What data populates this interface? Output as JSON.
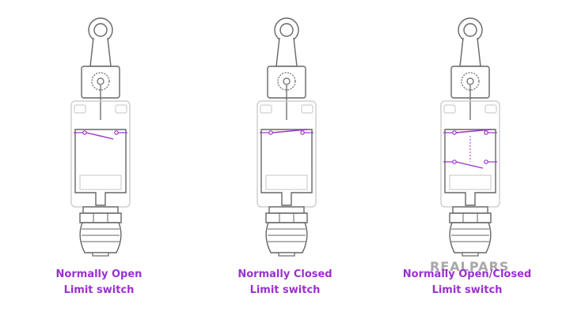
{
  "colors": {
    "outline": "#666666",
    "faint": "#cfcfcf",
    "accent": "#9b30d0",
    "watermark": "#8a8a8a"
  },
  "switches": [
    {
      "type": "normally-open",
      "line1": "Normally Open",
      "line2": "Limit switch"
    },
    {
      "type": "normally-closed",
      "line1": "Normally Closed",
      "line2": "Limit switch"
    },
    {
      "type": "normally-open-closed",
      "line1": "Normally Open/Closed",
      "line2": "Limit switch"
    }
  ],
  "watermark": {
    "text": "REALPARS"
  }
}
